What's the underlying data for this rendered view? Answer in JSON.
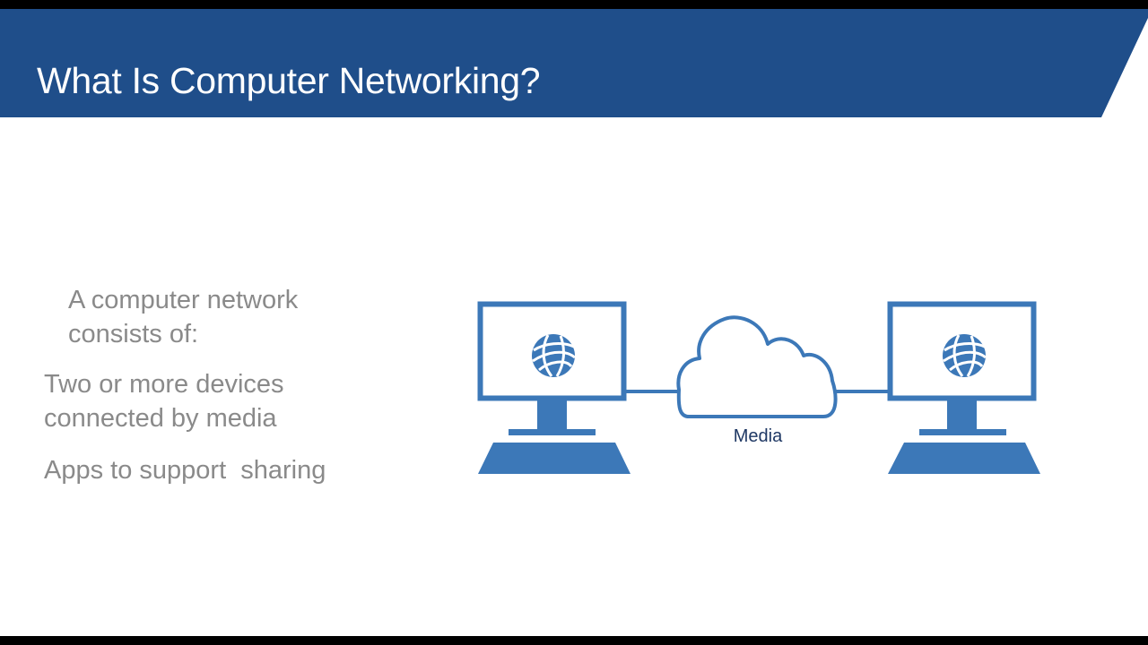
{
  "slide": {
    "title": "What Is Computer Networking?",
    "intro": "A computer network consists of:",
    "bullets": [
      "Two or more devices connected by media",
      "Apps to support  sharing"
    ]
  },
  "diagram": {
    "nodes": [
      "computer-left",
      "cloud",
      "computer-right"
    ],
    "cloud_label": "Media"
  },
  "colors": {
    "title_band": "#1f4e8a",
    "diagram_blue": "#3c78b8",
    "body_text": "#8a8a8a",
    "label_text": "#1f3864"
  }
}
